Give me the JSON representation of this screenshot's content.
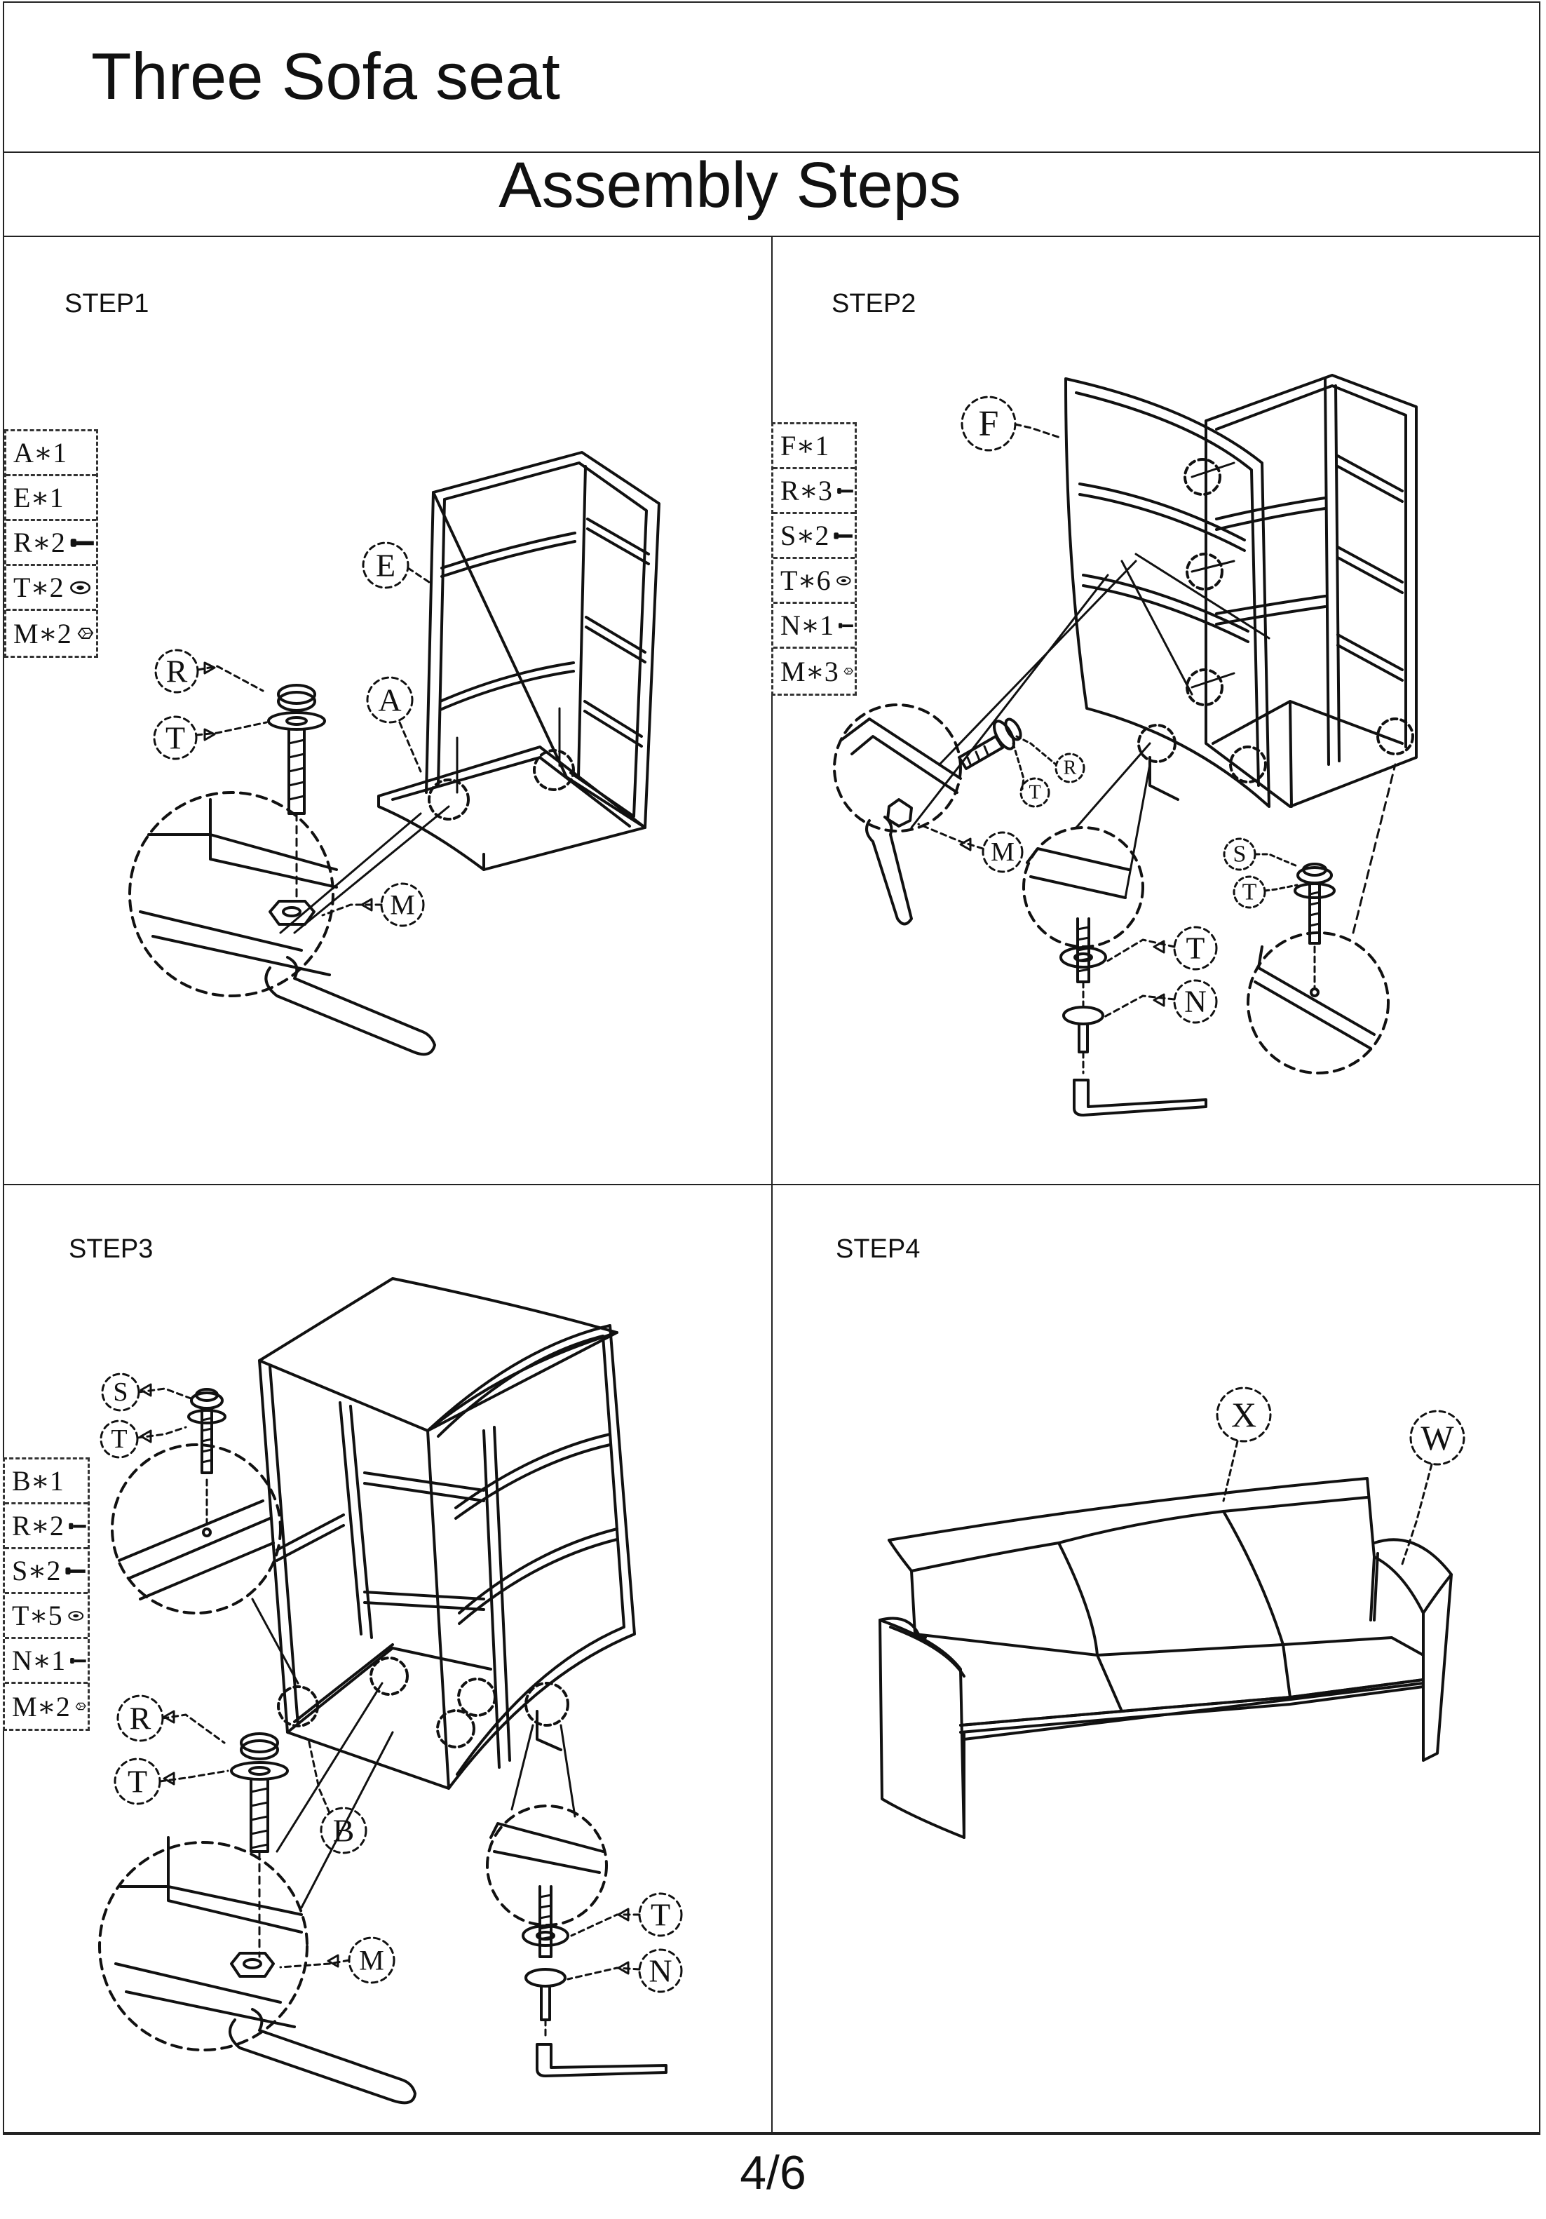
{
  "header": {
    "title": "Three Sofa seat",
    "subtitle": "Assembly  Steps"
  },
  "steps": [
    {
      "label": "STEP1",
      "parts": [
        {
          "text": "A∗1",
          "icon": ""
        },
        {
          "text": "E∗1",
          "icon": ""
        },
        {
          "text": "R∗2",
          "icon": "bolt-icon"
        },
        {
          "text": "T∗2",
          "icon": "washer-icon"
        },
        {
          "text": "M∗2",
          "icon": "nut-icon"
        }
      ],
      "callouts": [
        "E",
        "A",
        "R",
        "T",
        "M"
      ]
    },
    {
      "label": "STEP2",
      "parts": [
        {
          "text": "F∗1",
          "icon": ""
        },
        {
          "text": "R∗3",
          "icon": "bolt-icon"
        },
        {
          "text": "S∗2",
          "icon": "bolt-icon"
        },
        {
          "text": "T∗6",
          "icon": "washer-icon"
        },
        {
          "text": "N∗1",
          "icon": "bolt-icon"
        },
        {
          "text": "M∗3",
          "icon": "nut-icon"
        }
      ],
      "callouts": [
        "F",
        "R",
        "T",
        "M",
        "T",
        "N",
        "S",
        "T"
      ]
    },
    {
      "label": "STEP3",
      "parts": [
        {
          "text": "B∗1",
          "icon": ""
        },
        {
          "text": "R∗2",
          "icon": "bolt-icon"
        },
        {
          "text": "S∗2",
          "icon": "bolt-icon"
        },
        {
          "text": "T∗5",
          "icon": "washer-icon"
        },
        {
          "text": "N∗1",
          "icon": "bolt-icon"
        },
        {
          "text": "M∗2",
          "icon": "nut-icon"
        }
      ],
      "callouts": [
        "S",
        "T",
        "R",
        "T",
        "B",
        "M",
        "T",
        "N"
      ]
    },
    {
      "label": "STEP4",
      "parts": [],
      "callouts": [
        "X",
        "W"
      ]
    }
  ],
  "footer": {
    "page": "4/6"
  }
}
